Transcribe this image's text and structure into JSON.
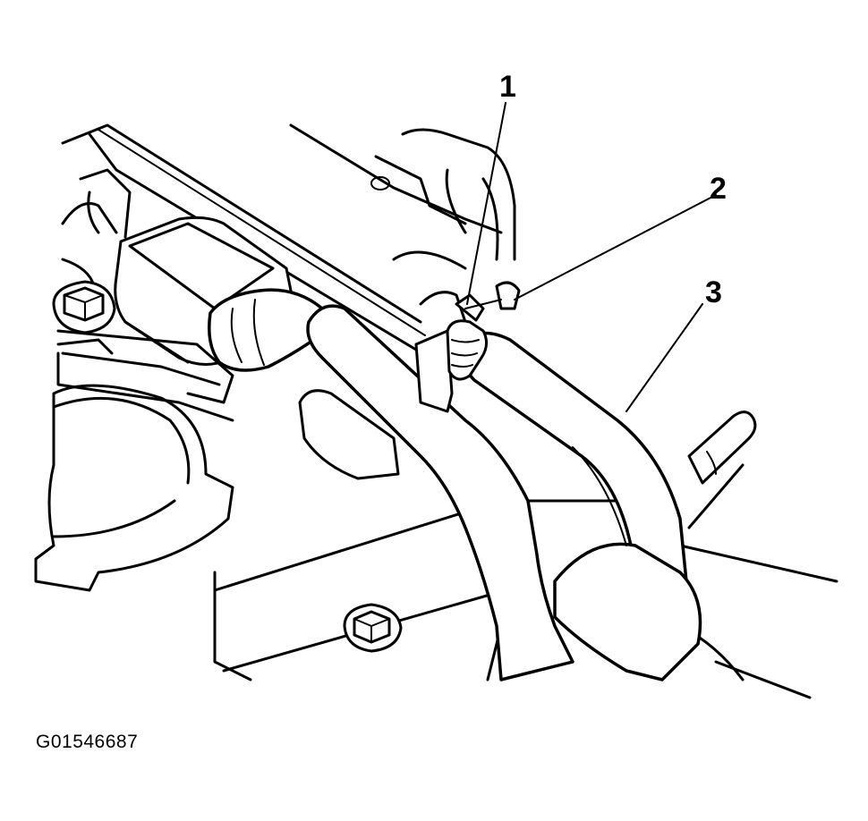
{
  "figure": {
    "callouts": [
      {
        "id": "callout-1",
        "text": "1"
      },
      {
        "id": "callout-2",
        "text": "2"
      },
      {
        "id": "callout-3",
        "text": "3"
      }
    ],
    "figure_id": "G01546687"
  }
}
